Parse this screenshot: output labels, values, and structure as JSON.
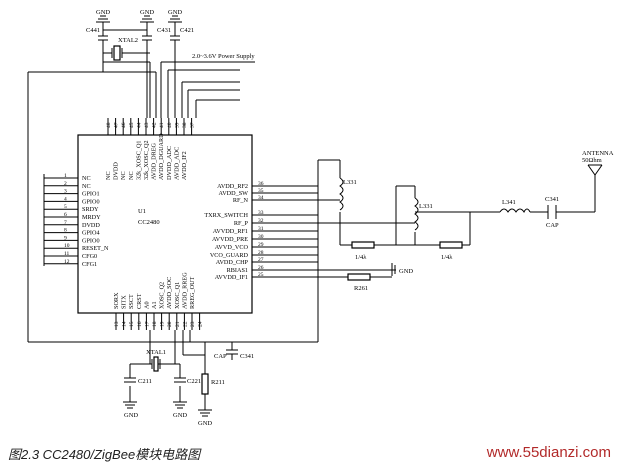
{
  "chip": {
    "ref": "U1",
    "part": "CC2480",
    "left_pins": [
      {
        "num": "1",
        "name": "NC"
      },
      {
        "num": "2",
        "name": "NC"
      },
      {
        "num": "3",
        "name": "GPIO1"
      },
      {
        "num": "4",
        "name": "GPIO0"
      },
      {
        "num": "5",
        "name": "SRDY"
      },
      {
        "num": "6",
        "name": "MRDY"
      },
      {
        "num": "7",
        "name": "DVDD"
      },
      {
        "num": "8",
        "name": "GPIO4"
      },
      {
        "num": "9",
        "name": "GPIO0"
      },
      {
        "num": "10",
        "name": "RESET_N"
      },
      {
        "num": "11",
        "name": "CFG0"
      },
      {
        "num": "12",
        "name": "CFG1"
      }
    ],
    "right_pins": [
      {
        "num": "36",
        "name": "AVDD_RF2"
      },
      {
        "num": "35",
        "name": "AVDD_SW"
      },
      {
        "num": "34",
        "name": "RF_N"
      },
      {
        "num": "33",
        "name": "TXRX_SWITCH"
      },
      {
        "num": "32",
        "name": "RF_P"
      },
      {
        "num": "31",
        "name": "AVVDD_RF1"
      },
      {
        "num": "30",
        "name": "AVVDD_PRE"
      },
      {
        "num": "29",
        "name": "AVVD_VCO"
      },
      {
        "num": "28",
        "name": "VCO_GUARD"
      },
      {
        "num": "27",
        "name": "AVDD_CHP"
      },
      {
        "num": "26",
        "name": "RBIAS1"
      },
      {
        "num": "25",
        "name": "AVVDD_IF1"
      }
    ],
    "top_pins": [
      {
        "num": "48",
        "name": "NC"
      },
      {
        "num": "47",
        "name": "DVDD"
      },
      {
        "num": "46",
        "name": "NC"
      },
      {
        "num": "45",
        "name": "NC"
      },
      {
        "num": "44",
        "name": "32k_XOSC_Q1"
      },
      {
        "num": "43",
        "name": "32k_XOSC_Q2"
      },
      {
        "num": "42",
        "name": "AVDD_DREG"
      },
      {
        "num": "41",
        "name": "AVDD_DGUARD"
      },
      {
        "num": "40",
        "name": "DVDD_ADC"
      },
      {
        "num": "39",
        "name": "AVDD_ADC"
      },
      {
        "num": "38",
        "name": "AVDD_IF2"
      },
      {
        "num": "37",
        "name": ""
      }
    ],
    "bottom_pins": [
      {
        "num": "13",
        "name": "SORX"
      },
      {
        "num": "14",
        "name": "SITX"
      },
      {
        "num": "15",
        "name": "SSCT"
      },
      {
        "num": "16",
        "name": "CRST"
      },
      {
        "num": "17",
        "name": "A0"
      },
      {
        "num": "18",
        "name": "A1"
      },
      {
        "num": "19",
        "name": "XOSC_Q2"
      },
      {
        "num": "20",
        "name": "AVDD_SOC"
      },
      {
        "num": "21",
        "name": "XOSC_Q1"
      },
      {
        "num": "22",
        "name": "AVDD_RREG"
      },
      {
        "num": "23",
        "name": "RREG_OUT"
      },
      {
        "num": "24",
        "name": ""
      }
    ]
  },
  "components": {
    "c441": "C441",
    "c431": "C431",
    "c421": "C421",
    "xtal2": "XTAL2",
    "c341_top": "C341",
    "cap_top": "CAP",
    "c341_bottom": "C341",
    "cap_bottom": "CAP",
    "l331_a": "L331",
    "l331_b": "L331",
    "l341": "L341",
    "r_1_4": "1/4λ",
    "r_1_4_b": "1/4λ",
    "r261": "R261",
    "xtal1": "XTAL1",
    "c211": "C211",
    "c221": "C221",
    "r211": "R211",
    "antenna_label": "ANTENNA",
    "antenna_ohm": "50Ωhm"
  },
  "power_label": "2.0~3.6V Power Supply",
  "gnd_label": "GND",
  "caption": "图2.3 CC2480/ZigBee模块电路图",
  "watermark": "www.55dianzi.com"
}
